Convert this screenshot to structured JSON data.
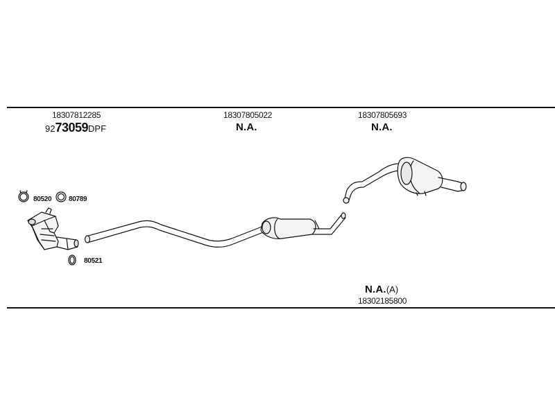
{
  "groups": [
    {
      "part_number": "18307812285",
      "code_prefix": "92",
      "code_main": "73059",
      "code_suffix": "DPF"
    },
    {
      "part_number": "18307805022",
      "code": "N.A."
    },
    {
      "part_number": "18307805693",
      "code": "N.A."
    },
    {
      "part_number": "18302185800",
      "code": "N.A.",
      "code_suffix": "(A)"
    }
  ],
  "small_parts": [
    {
      "number": "80520"
    },
    {
      "number": "80789"
    },
    {
      "number": "80521"
    }
  ]
}
